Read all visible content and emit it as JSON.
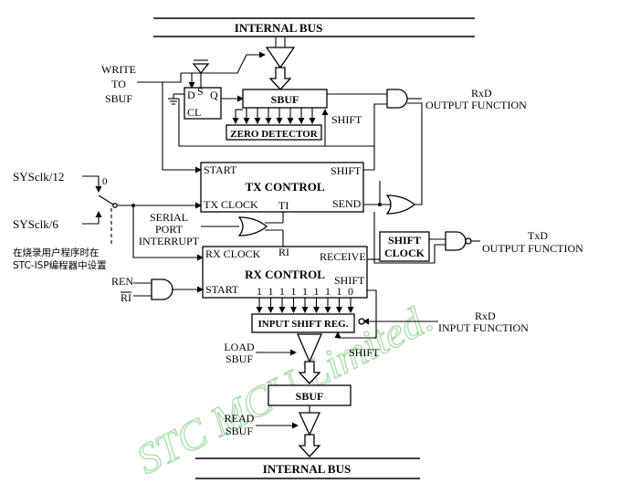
{
  "bus": {
    "top_label": "INTERNAL BUS",
    "bottom_label": "INTERNAL BUS"
  },
  "tx": {
    "write_label_1": "WRITE",
    "write_label_2": "TO",
    "write_label_3": "SBUF",
    "ff_d": "D",
    "ff_s": "S",
    "ff_q": "Q",
    "ff_cl": "CL",
    "sbuf": "SBUF",
    "zero_detector": "ZERO DETECTOR",
    "shift": "SHIFT",
    "rxd_out_1": "RxD",
    "rxd_out_2": "OUTPUT FUNCTION",
    "control_title": "TX CONTROL",
    "start": "START",
    "control_shift": "SHIFT",
    "tx_clock": "TX CLOCK",
    "ti": "TI",
    "send": "SEND"
  },
  "clock": {
    "sys12": "SYSclk/12",
    "sys6": "SYSclk/6",
    "switch_zero": "0",
    "note_line1": "在烧录用户程序时在",
    "note_line2": "STC-ISP编程器中设置"
  },
  "interrupt": {
    "line1": "SERIAL",
    "line2": "PORT",
    "line3": "INTERRUPT"
  },
  "shift_clock": {
    "line1": "SHIFT",
    "line2": "CLOCK"
  },
  "txd": {
    "label_1": "TxD",
    "label_2": "OUTPUT FUNCTION"
  },
  "rx": {
    "rx_clock": "RX CLOCK",
    "ri_top": "RI",
    "receive": "RECEIVE",
    "control_title": "RX CONTROL",
    "shift": "SHIFT",
    "start": "START",
    "ren": "REN",
    "ri_bar": "RI",
    "bits": [
      "1",
      "1",
      "1",
      "1",
      "1",
      "1",
      "1",
      "1",
      "0"
    ],
    "input_shift_reg": "INPUT SHIFT REG.",
    "reg_shift": "SHIFT",
    "rxd_in_1": "RxD",
    "rxd_in_2": "INPUT FUNCTION",
    "load_1": "LOAD",
    "load_2": "SBUF",
    "sbuf": "SBUF",
    "read_1": "READ",
    "read_2": "SBUF"
  },
  "watermark": "STC MCU Limited."
}
